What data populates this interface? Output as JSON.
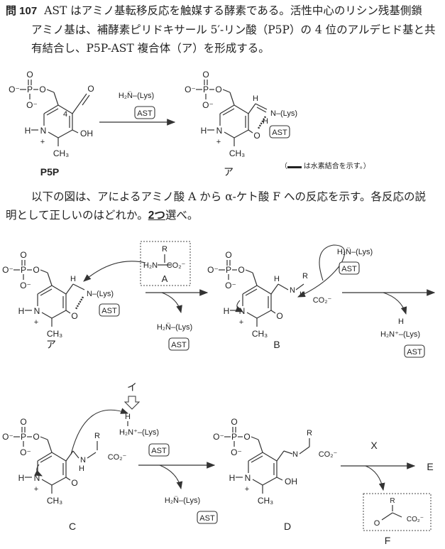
{
  "question": {
    "number": "問 107",
    "text_line1": "AST はアミノ基転移反応を触媒する酵素である。活性中心のリシン残基側鎖",
    "text_line2": "アミノ基は、補酵素ピリドキサール 5′-リン酸（P5P）の 4 位のアルデヒド基と共",
    "text_line3": "有結合し、P5P-AST 複合体（ア）を形成する。",
    "text2_line1": "以下の図は、アによるアミノ酸 A から α-ケト酸 F への反応を示す。各反応の説",
    "text2_line2_a": "明として正しいのはどれか。",
    "text2_emph": "2つ",
    "text2_line2_b": "選べ。"
  },
  "labels": {
    "P5P": "P5P",
    "a_kana": "ア",
    "i_kana": "イ",
    "A": "A",
    "B": "B",
    "C": "C",
    "D": "D",
    "E": "E",
    "F": "F",
    "X": "X",
    "legend": "（▬▬ は水素結合を示す。）"
  },
  "chem": {
    "O": "O",
    "O_minus": "O⁻",
    "P": "P",
    "N": "N",
    "H": "H",
    "plus": "+",
    "CH3": "CH₃",
    "OH": "OH",
    "R": "R",
    "CO2": "CO₂⁻",
    "num4": "4",
    "H2N": "H₂N",
    "N_Lys": "N–(Lys)",
    "H2N_Lys": "H₂N̈–(Lys)",
    "H3N_Lys": "H₂N⁺–(Lys)",
    "AST": "AST"
  }
}
